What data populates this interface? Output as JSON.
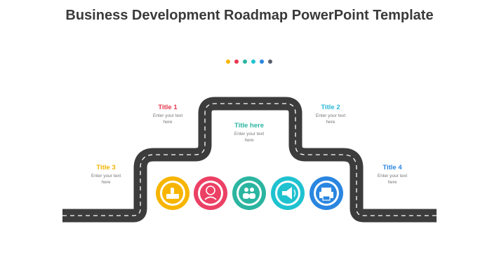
{
  "page": {
    "title": "Business Development Roadmap PowerPoint Template"
  },
  "dots": [
    {
      "color": "#f7b500"
    },
    {
      "color": "#e8384f"
    },
    {
      "color": "#2bb5a0"
    },
    {
      "color": "#1fc2cf"
    },
    {
      "color": "#2a86e0"
    },
    {
      "color": "#5a6170"
    }
  ],
  "labels": {
    "title1": {
      "heading": "Title 1",
      "text": "Enter your text\nhere",
      "color": "#e8384f"
    },
    "title2": {
      "heading": "Title 2",
      "text": "Enter your text\nhere",
      "color": "#29b9d9"
    },
    "title3": {
      "heading": "Title 3",
      "text": "Enter your text\nhere",
      "color": "#f4b400"
    },
    "title4": {
      "heading": "Title 4",
      "text": "Enter your text\nhere",
      "color": "#2a86e0"
    },
    "center": {
      "heading": "Title here",
      "text": "Enter your text\nhere",
      "color": "#2bb5a0"
    }
  },
  "icons": [
    {
      "name": "keyboard-hand-icon",
      "color": "#f7b500"
    },
    {
      "name": "idea-person-icon",
      "color": "#ec4064"
    },
    {
      "name": "team-icon",
      "color": "#2bb5a0"
    },
    {
      "name": "megaphone-icon",
      "color": "#1fc2cf"
    },
    {
      "name": "printer-icon",
      "color": "#2a86e0"
    }
  ]
}
